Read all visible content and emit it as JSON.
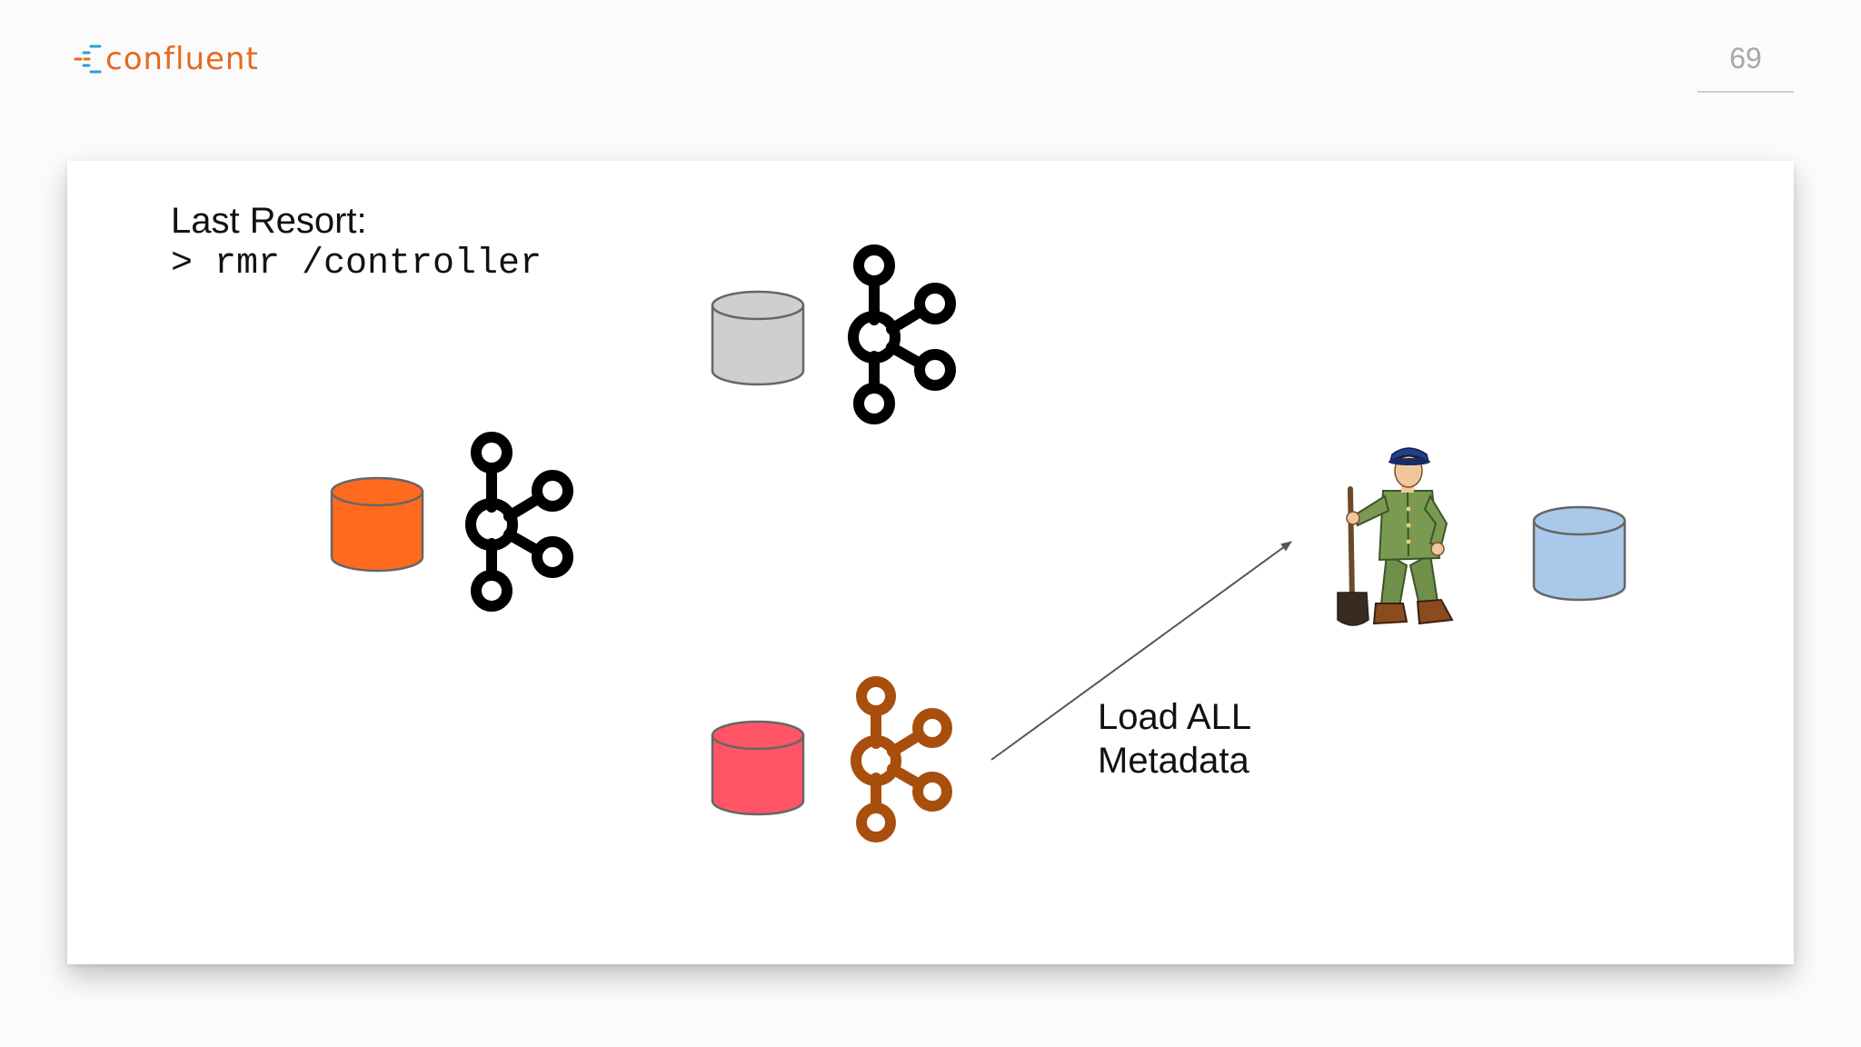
{
  "header": {
    "logo_text": "confluent",
    "page_number": "69"
  },
  "slide": {
    "heading": "Last Resort:",
    "command": "> rmr /controller",
    "arrow_label_line1": "Load ALL",
    "arrow_label_line2": "Metadata"
  },
  "colors": {
    "brand_orange": "#e56a1f",
    "cylinder_orange": "#ff6a1f",
    "cylinder_gray": "#cfcfcf",
    "cylinder_red": "#ff5566",
    "cylinder_blue": "#aac8ea",
    "kafka_black": "#000000",
    "kafka_brown": "#a84f0e"
  },
  "icons": {
    "logo_mark": "confluent-logo-icon",
    "broker_icon": "kafka-logo-icon",
    "store_icon": "database-cylinder-icon",
    "zookeeper_icon": "zookeeper-keeper-icon"
  }
}
